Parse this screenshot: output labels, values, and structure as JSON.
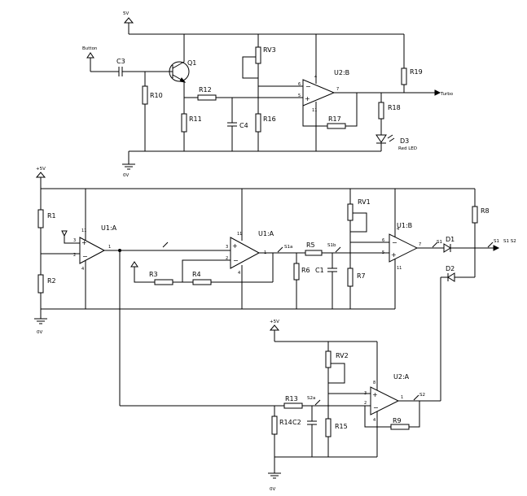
{
  "supply": {
    "top": "5V",
    "middle": "+5V",
    "bottom": "+5V",
    "ground": "0V"
  },
  "inputs": {
    "button": "Button"
  },
  "outputs": {
    "turbo": "Turbo",
    "s1s2": "S1 S2"
  },
  "led": {
    "ref": "D3",
    "label": "Red LED"
  },
  "refs": {
    "Q1": "Q1",
    "C3": "C3",
    "C4": "C4",
    "R10": "R10",
    "R11": "R11",
    "R12": "R12",
    "R16": "R16",
    "R17": "R17",
    "R18": "R18",
    "R19": "R19",
    "RV3": "RV3",
    "U2B": "U2:B",
    "R1": "R1",
    "R2": "R2",
    "U1A_1": "U1:A",
    "U1A_2": "U1:A",
    "U1B": "U1:B",
    "R3": "R3",
    "R4": "R4",
    "R5": "R5",
    "R6": "R6",
    "R7": "R7",
    "R8": "R8",
    "C1": "C1",
    "RV1": "RV1",
    "D1": "D1",
    "D2": "D2",
    "RV2": "RV2",
    "U2A": "U2:A",
    "R13": "R13",
    "R14": "R14",
    "C2": "C2",
    "R15": "R15",
    "R9": "R9"
  },
  "probes": {
    "S1a": "S1a",
    "S1b": "S1b",
    "S1": "S1",
    "S2a": "S2a",
    "S2": "S2",
    "S1_out": "S1"
  },
  "pins": {
    "p1": "1",
    "p2": "2",
    "p3": "3",
    "p4": "4",
    "p5": "5",
    "p6": "6",
    "p7": "7",
    "p8": "8",
    "p11": "11"
  }
}
